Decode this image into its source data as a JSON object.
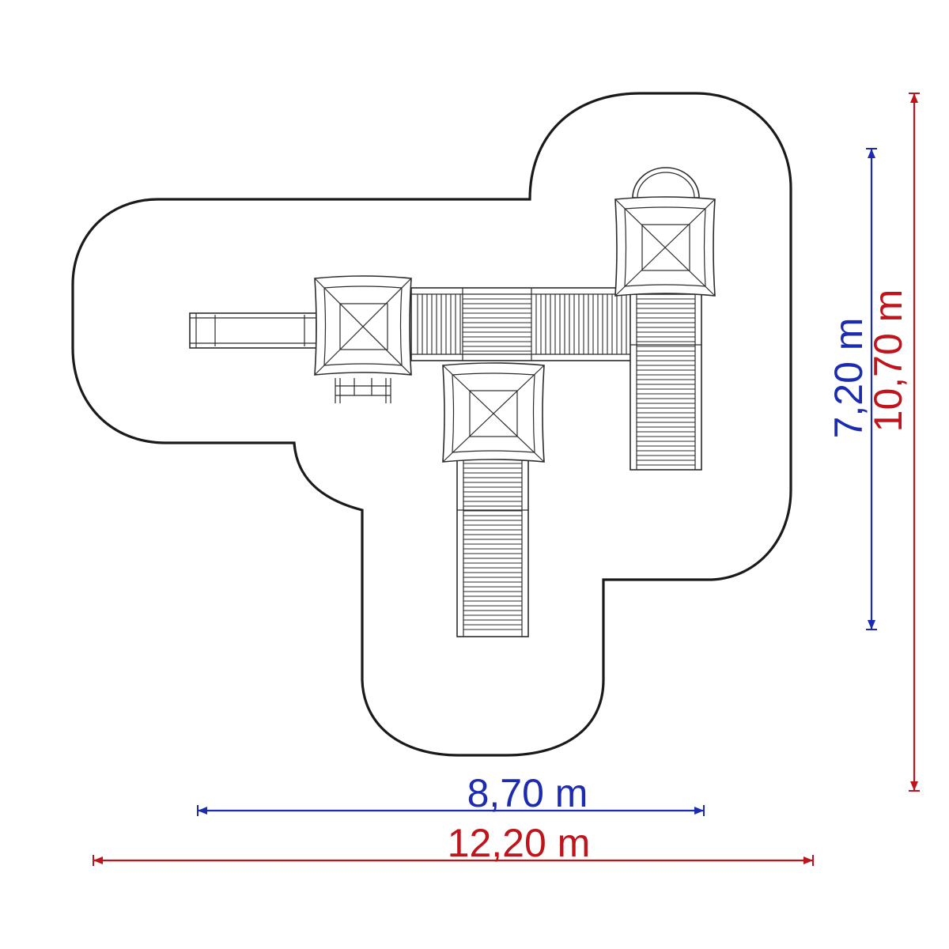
{
  "dimensions": {
    "inner_width": "8,70 m",
    "outer_width": "12,20 m",
    "inner_height": "7,20 m",
    "outer_height": "10,70 m"
  },
  "colors": {
    "inner_dimension": "#1c2bb0",
    "outer_dimension": "#c0141c",
    "outline": "#1a1a1a"
  }
}
